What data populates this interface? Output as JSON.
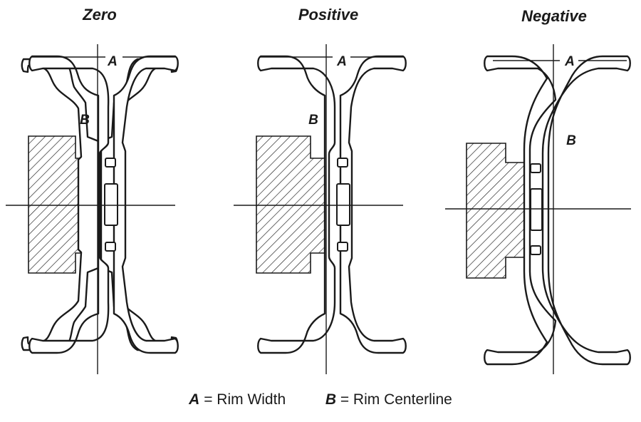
{
  "panels": [
    {
      "title": "Zero",
      "label_a": "A",
      "label_b": "B"
    },
    {
      "title": "Positive",
      "label_a": "A",
      "label_b": "B"
    },
    {
      "title": "Negative",
      "label_a": "A",
      "label_b": "B"
    }
  ],
  "legend": {
    "a_key": "A",
    "a_text": "= Rim Width",
    "b_key": "B",
    "b_text": "= Rim Centerline"
  }
}
